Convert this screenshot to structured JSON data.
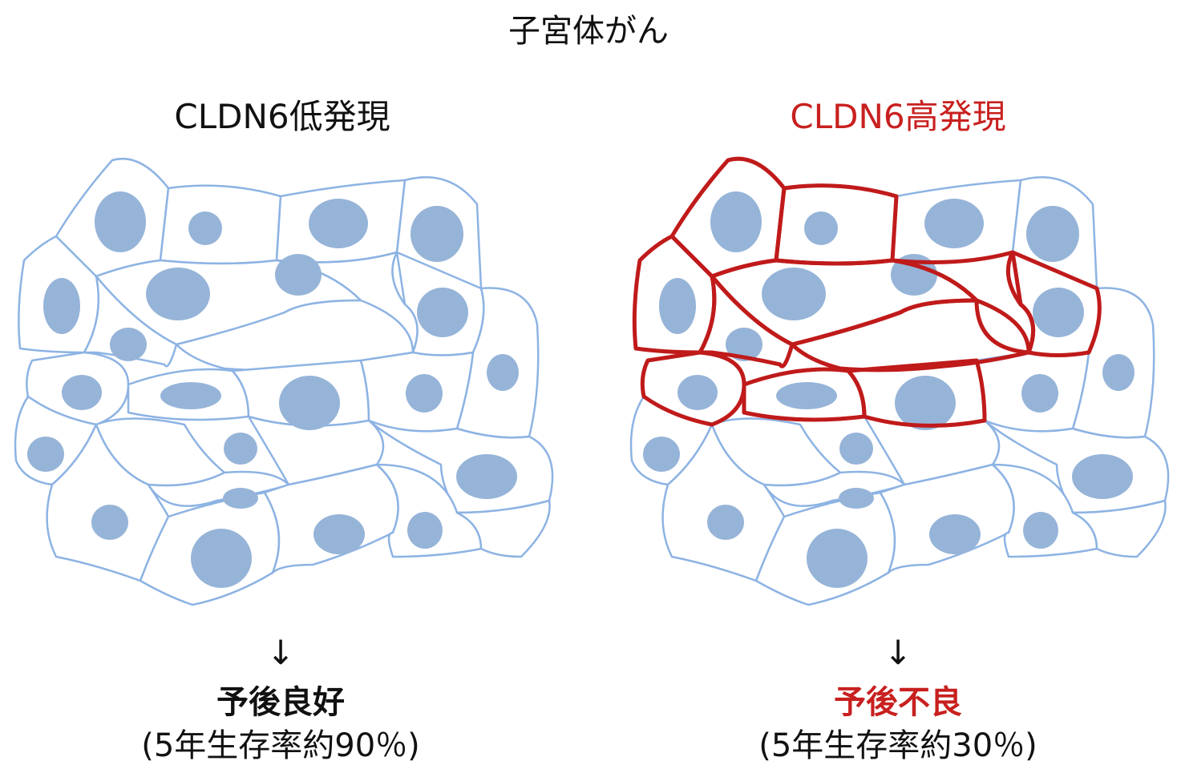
{
  "title": "子宮体がん",
  "colors": {
    "cell_outline": "#8db3e3",
    "nucleus": "#96b4d8",
    "highlight_outline": "#c01a1a",
    "highlight_text": "#c8201f",
    "text": "#111111"
  },
  "panels": [
    {
      "heading": "CLDN6低発現",
      "arrow": "↓",
      "outcome": "予後良好",
      "survival": "(5年生存率約90％)",
      "highlighted": false
    },
    {
      "heading": "CLDN6高発現",
      "arrow": "↓",
      "outcome": "予後不良",
      "survival": "(5年生存率約30％)",
      "highlighted": true
    }
  ]
}
